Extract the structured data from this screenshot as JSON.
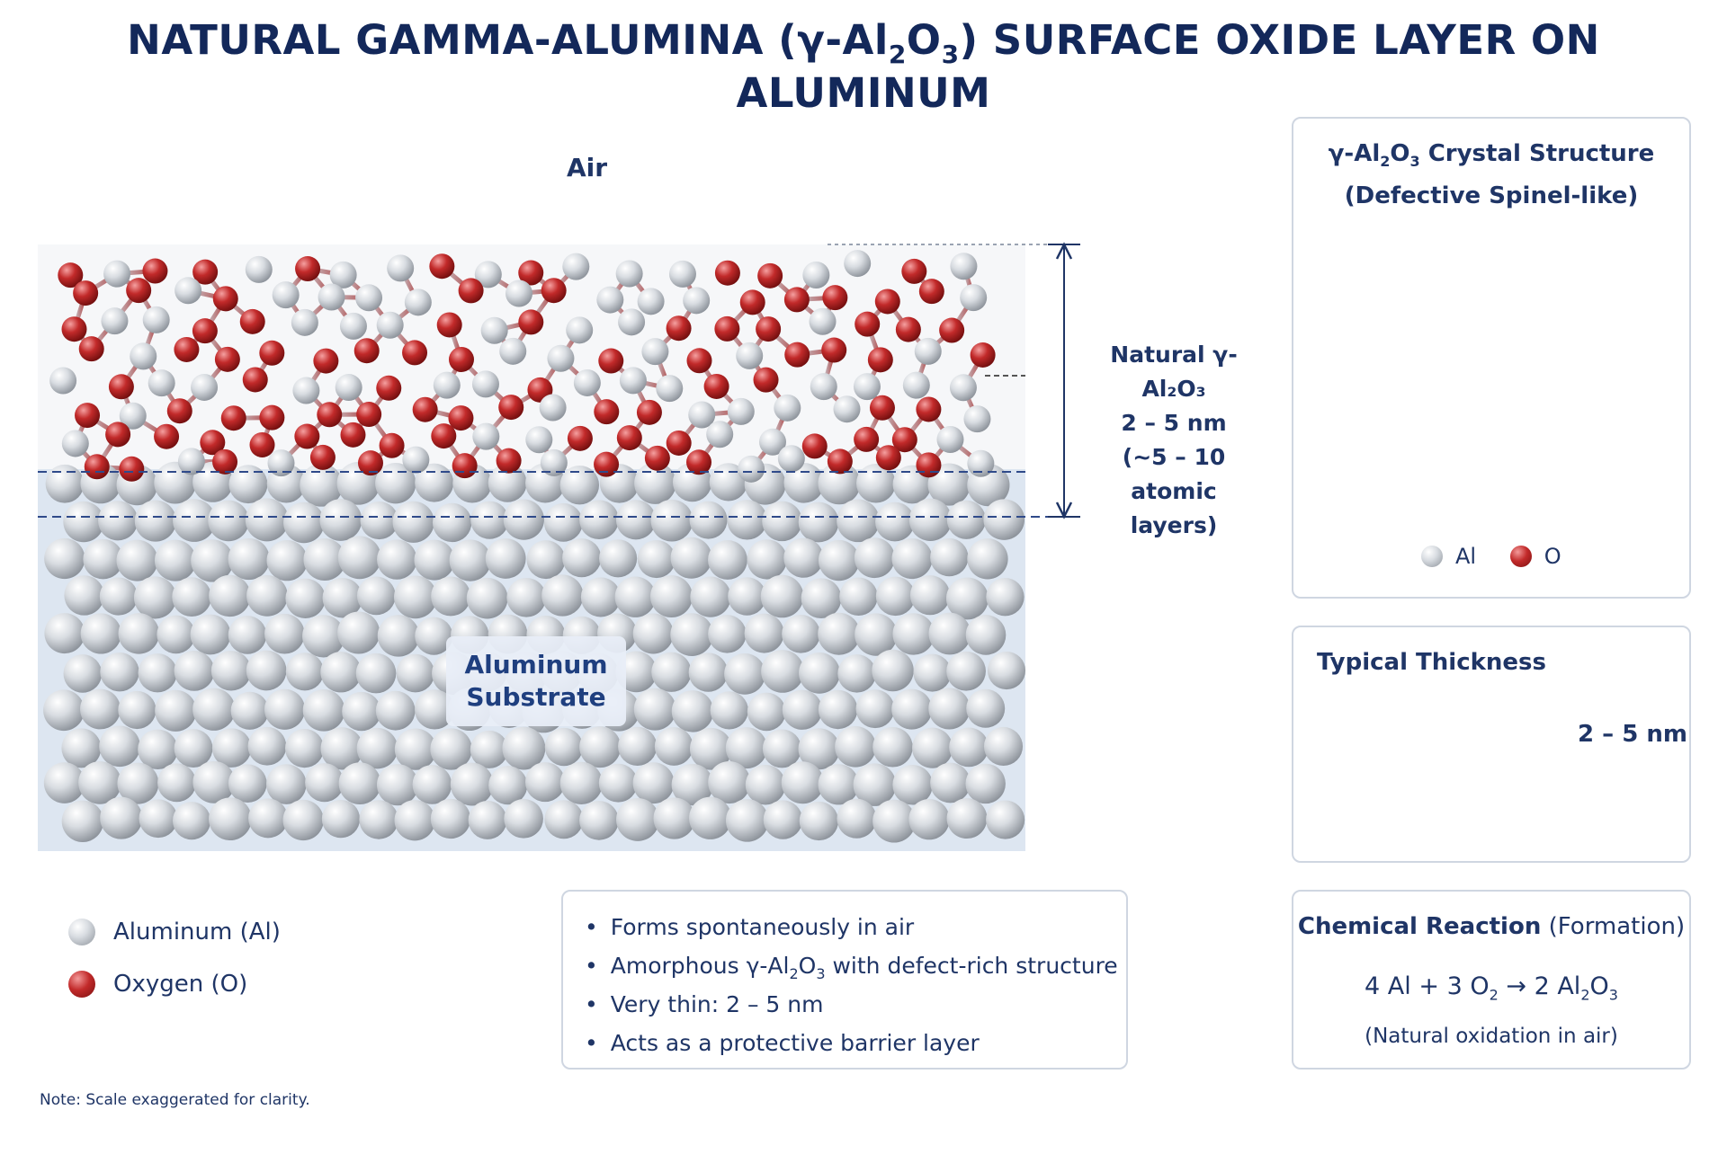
{
  "title": {
    "pre": "NATURAL GAMMA-ALUMINA (γ-Al",
    "s1": "2",
    "mid": "O",
    "s2": "3",
    "post": ") SURFACE OXIDE LAYER ON ALUMINUM"
  },
  "air_label": "Air",
  "substrate_label_1": "Aluminum",
  "substrate_label_2": "Substrate",
  "oxide_label": {
    "line1": "Natural γ-Al₂O₃",
    "line2": "2 – 5 nm",
    "line3": "(~5 – 10 atomic",
    "line4": "layers)"
  },
  "crystal_panel": {
    "title_pre": "γ-Al",
    "s1": "2",
    "mid": "O",
    "s2": "3",
    "title_post": " Crystal Structure",
    "subtitle": "(Defective Spinel-like)",
    "legend_al": "Al",
    "legend_o": "O"
  },
  "thickness_panel": {
    "title": "Typical Thickness",
    "value": "2 – 5 nm"
  },
  "reaction_panel": {
    "title_bold": "Chemical Reaction",
    "title_rest": " (Formation)",
    "eq_a": "4 Al + 3 O",
    "eq_s1": "2",
    "eq_b": " → 2 Al",
    "eq_s2": "2",
    "eq_c": "O",
    "eq_s3": "3",
    "note": "(Natural oxidation in air)"
  },
  "legend": {
    "al": "Aluminum (Al)",
    "o": "Oxygen (O)"
  },
  "bullets": {
    "b1": "Forms spontaneously in air",
    "b2_pre": "Amorphous γ-Al",
    "b2_s1": "2",
    "b2_mid": "O",
    "b2_s2": "3",
    "b2_post": " with defect-rich structure",
    "b3": "Very thin: 2 – 5 nm",
    "b4": "Acts as a protective barrier layer"
  },
  "note": "Note: Scale exaggerated for clarity.",
  "colors": {
    "aluminum": "#c9ced5",
    "oxygen": "#b8282a",
    "substrate_bg": "#dde6f1",
    "title": "#13285a"
  }
}
